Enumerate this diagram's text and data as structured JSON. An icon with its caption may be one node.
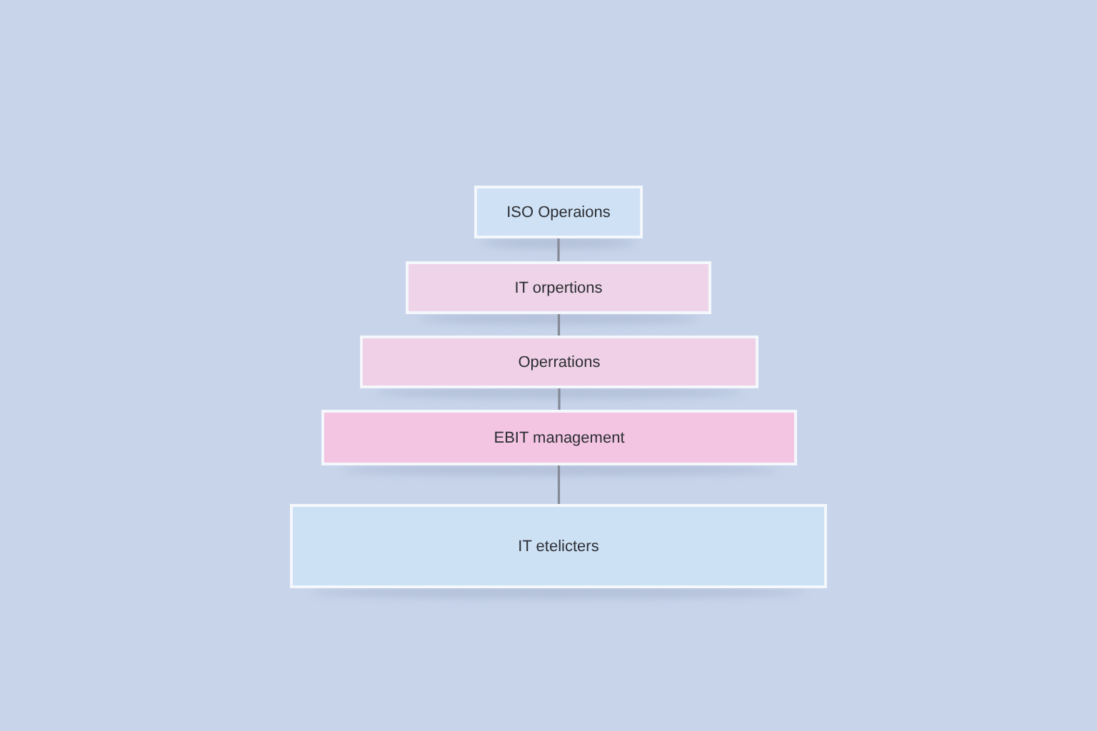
{
  "diagram": {
    "nodes": [
      {
        "text": [
          "ISO Operaions"
        ]
      },
      {
        "text": [
          "IT orpertions"
        ]
      },
      {
        "text": [
          "Operrations"
        ]
      },
      {
        "text": [
          "EBIT management"
        ]
      },
      {
        "text": [
          "IT etelicters"
        ]
      }
    ],
    "edges": [
      {
        "from": 0,
        "to": 1,
        "arrow": "none"
      },
      {
        "from": 1,
        "to": 2,
        "arrow": "none"
      },
      {
        "from": 2,
        "to": 3,
        "arrow": "none"
      },
      {
        "from": 3,
        "to": 4,
        "arrow": "none"
      }
    ]
  }
}
